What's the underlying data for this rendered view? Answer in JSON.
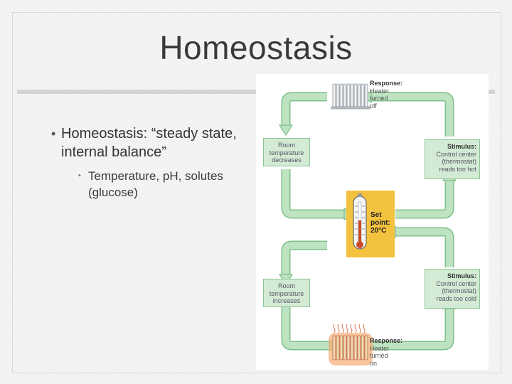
{
  "slide": {
    "title": "Homeostasis",
    "bullets": [
      {
        "text": "Homeostasis: “steady state, internal balance”"
      },
      {
        "text": "Temperature, pH, solutes (glucose)"
      }
    ]
  },
  "diagram": {
    "response_top": {
      "heading": "Response:",
      "line1": "Heater",
      "line2": "turned",
      "line3": "off"
    },
    "response_bottom": {
      "heading": "Response:",
      "line1": "Heater",
      "line2": "turned",
      "line3": "on"
    },
    "room_decreases": {
      "line1": "Room",
      "line2": "temperature",
      "line3": "decreases"
    },
    "room_increases": {
      "line1": "Room",
      "line2": "temperature",
      "line3": "increases"
    },
    "stimulus_hot": {
      "heading": "Stimulus:",
      "line1": "Control center",
      "line2": "(thermostat)",
      "line3": "reads too hot"
    },
    "stimulus_cold": {
      "heading": "Stimulus:",
      "line1": "Control center",
      "line2": "(thermostat)",
      "line3": "reads too cold"
    },
    "set_point": {
      "line1": "Set",
      "line2": "point:",
      "line3": "20°C"
    },
    "colors": {
      "arrow": "#bde3c0",
      "arrow_border": "#7fbf8b",
      "box": "#d3ebd4",
      "setpoint": "#f3c23e",
      "heater_on": "#f08a5a"
    },
    "icons": [
      "radiator-off-icon",
      "radiator-on-icon",
      "thermometer-icon"
    ]
  }
}
